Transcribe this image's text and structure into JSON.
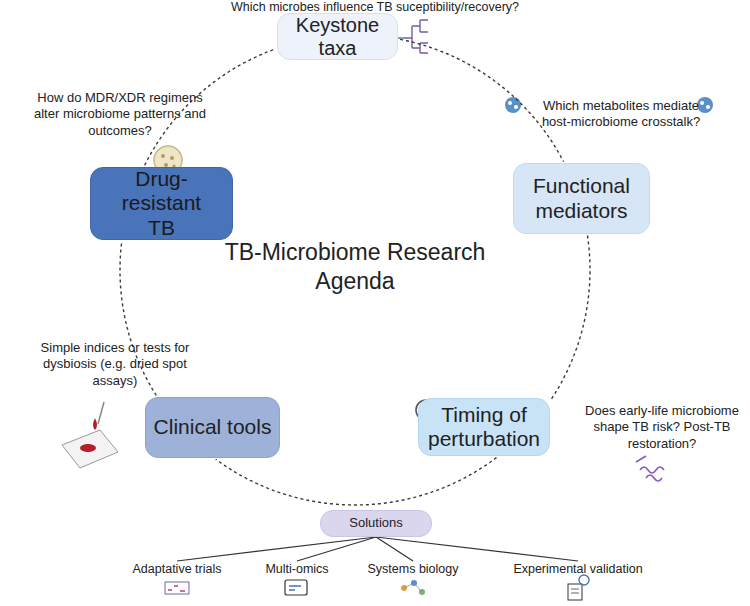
{
  "diagram": {
    "nodes": [
      {
        "text": [
          "Keystone taxa"
        ]
      },
      {
        "text": [
          "Drug-resistant TB"
        ]
      },
      {
        "text": [
          "Functional mediators"
        ]
      },
      {
        "text": [
          "Clinical tools"
        ]
      },
      {
        "text": [
          "Timing of perturbation"
        ]
      },
      {
        "text": [
          "Solutions"
        ]
      }
    ],
    "edges": [
      {
        "from": 0,
        "to": 2,
        "arrow": "none"
      },
      {
        "from": 2,
        "to": 4,
        "arrow": "none"
      },
      {
        "from": 4,
        "to": 3,
        "arrow": "none"
      },
      {
        "from": 3,
        "to": 1,
        "arrow": "none"
      },
      {
        "from": 1,
        "to": 0,
        "arrow": "none"
      }
    ],
    "labels": [
      "Which microbes influence TB suceptibility/recovery?",
      "How do MDR/XDR regimens alter microbiome patterns and outcomes?",
      "Which metabolites mediate host-microbiome crosstalk?",
      "TB-Microbiome Research Agenda",
      "Simple indices or tests for dysbiosis (e.g. dried spot assays)",
      "Does early-life microbiome shape TB risk? Post-TB restoration?",
      "Adaptative trials",
      "Multi-omics",
      "Systems biology",
      "Experimental validation"
    ]
  }
}
